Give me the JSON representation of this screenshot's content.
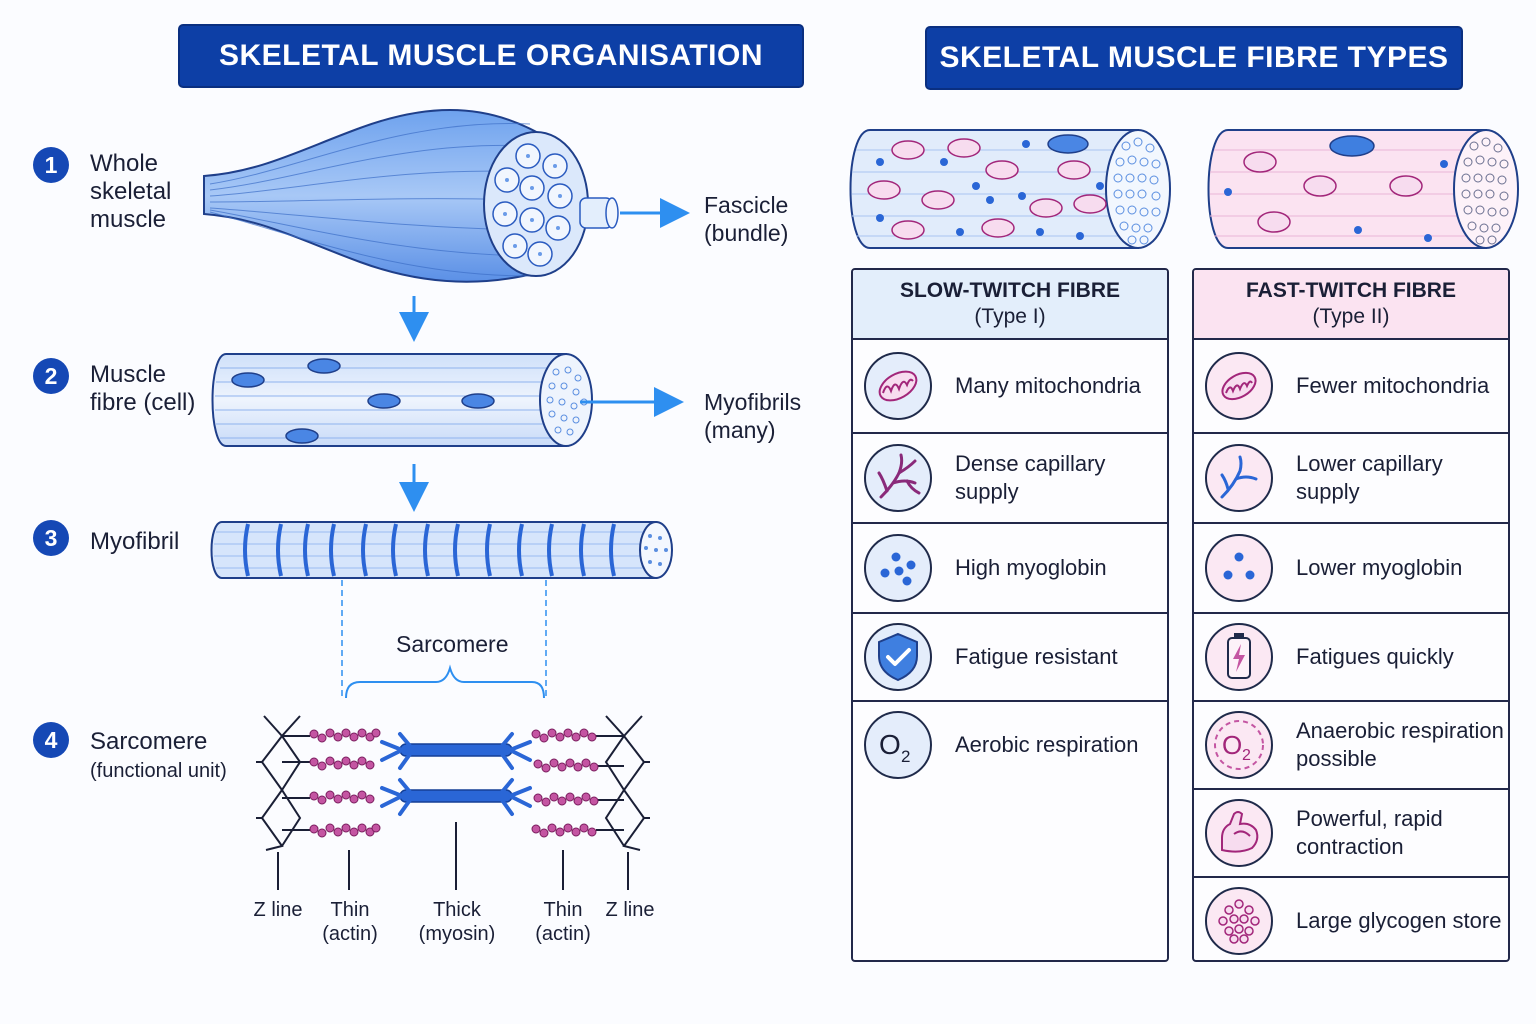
{
  "left": {
    "title": "SKELETAL MUSCLE ORGANISATION",
    "steps": [
      {
        "num": "1",
        "label": "Whole\nskeletal\nmuscle"
      },
      {
        "num": "2",
        "label": "Muscle\nfibre (cell)"
      },
      {
        "num": "3",
        "label": "Myofibril"
      },
      {
        "num": "4",
        "label": "Sarcomere",
        "sublabel": "(functional unit)"
      }
    ],
    "fascicle_label": "Fascicle\n(bundle)",
    "myofibrils_label": "Myofibrils\n(many)",
    "sarcomere_label": "Sarcomere",
    "sarcomere_parts": [
      {
        "label": "Z line"
      },
      {
        "label": "Thin\n(actin)"
      },
      {
        "label": "Thick\n(myosin)"
      },
      {
        "label": "Thin\n(actin)"
      },
      {
        "label": "Z line"
      }
    ]
  },
  "right": {
    "title": "SKELETAL MUSCLE FIBRE TYPES",
    "slow": {
      "title": "SLOW-TWITCH FIBRE",
      "subtitle": "(Type I)",
      "header_color": "#e3eefb",
      "rows": [
        {
          "icon": "mitochondria-icon",
          "text": "Many mitochondria"
        },
        {
          "icon": "capillary-icon",
          "text": "Dense capillary supply"
        },
        {
          "icon": "myoglobin-icon",
          "text": "High myoglobin"
        },
        {
          "icon": "shield-check-icon",
          "text": "Fatigue resistant"
        },
        {
          "icon": "oxygen-icon",
          "text": "Aerobic respiration"
        }
      ]
    },
    "fast": {
      "title": "FAST-TWITCH FIBRE",
      "subtitle": "(Type II)",
      "header_color": "#fbe3f1",
      "rows": [
        {
          "icon": "mitochondria-icon",
          "text": "Fewer mitochondria"
        },
        {
          "icon": "capillary-icon",
          "text": "Lower capillary supply"
        },
        {
          "icon": "myoglobin-icon",
          "text": "Lower myoglobin"
        },
        {
          "icon": "battery-icon",
          "text": "Fatigues quickly"
        },
        {
          "icon": "oxygen-dashed-icon",
          "text": "Anaerobic respiration\npossible"
        },
        {
          "icon": "flexed-arm-icon",
          "text": "Powerful, rapid\ncontraction"
        },
        {
          "icon": "glycogen-icon",
          "text": "Large glycogen store"
        }
      ]
    }
  },
  "colors": {
    "banner": "#0d3fa6",
    "blue": "#3f7fe0",
    "pink": "#b8348c",
    "slow_bg": "#e3eefb",
    "fast_bg": "#fbe3f1"
  }
}
